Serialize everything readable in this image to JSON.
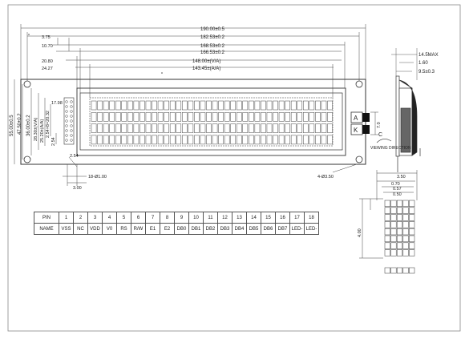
{
  "dimensions": {
    "overall_width": "190.00±0.5",
    "hole_pitch": "182.53±0.2",
    "bezel_width": "168.53±0.2",
    "view_area": "166.53±0.2",
    "active_area": "148.00±(V/A)",
    "char_area": "143.45±(A/A)",
    "left_offset_1": "3.75",
    "left_offset_2": "10.70",
    "left_offset_3": "20.80",
    "left_offset_4": "24.27",
    "height_overall": "55.00±0.5",
    "height_holes": "47.50±0.2",
    "height_bezel": "36.00±0.2",
    "height_view": "28.30±(V/A)",
    "height_char": "25.20±(A/A)",
    "row_small_1": "2.54×8=20.32",
    "row_small_2": "2.54",
    "top_small": "17.98",
    "pin_pitch": "2.54",
    "pin_hole": "18-Ø1.00",
    "bottom_offset": "3.00",
    "mounting_holes": "4-Ø3.50",
    "side_max": "14.5MAX",
    "side_pcb": "1.60",
    "side_body": "9.5±0.3",
    "side_small": "7.0",
    "char_width": "3.50",
    "char_w2": "0.70",
    "char_dot_pitch": "0.57",
    "char_dot": "0.50",
    "char_height": "4.00"
  },
  "labels": {
    "backlight_a": "A",
    "backlight_k": "K",
    "viewing_direction": "VIEWING DIRECTION",
    "viewing_mark": "C"
  },
  "pin_table": {
    "row_header_pin": "PIN",
    "row_header_name": "NAME",
    "pins": [
      "1",
      "2",
      "3",
      "4",
      "5",
      "6",
      "7",
      "8",
      "9",
      "10",
      "11",
      "12",
      "13",
      "14",
      "15",
      "16",
      "17",
      "18"
    ],
    "names": [
      "VSS",
      "NC",
      "VDD",
      "V0",
      "RS",
      "R/W",
      "E1",
      "E2",
      "DB0",
      "DB1",
      "DB2",
      "DB3",
      "DB4",
      "DB5",
      "DB6",
      "DB7",
      "LED-",
      "LED-"
    ]
  }
}
